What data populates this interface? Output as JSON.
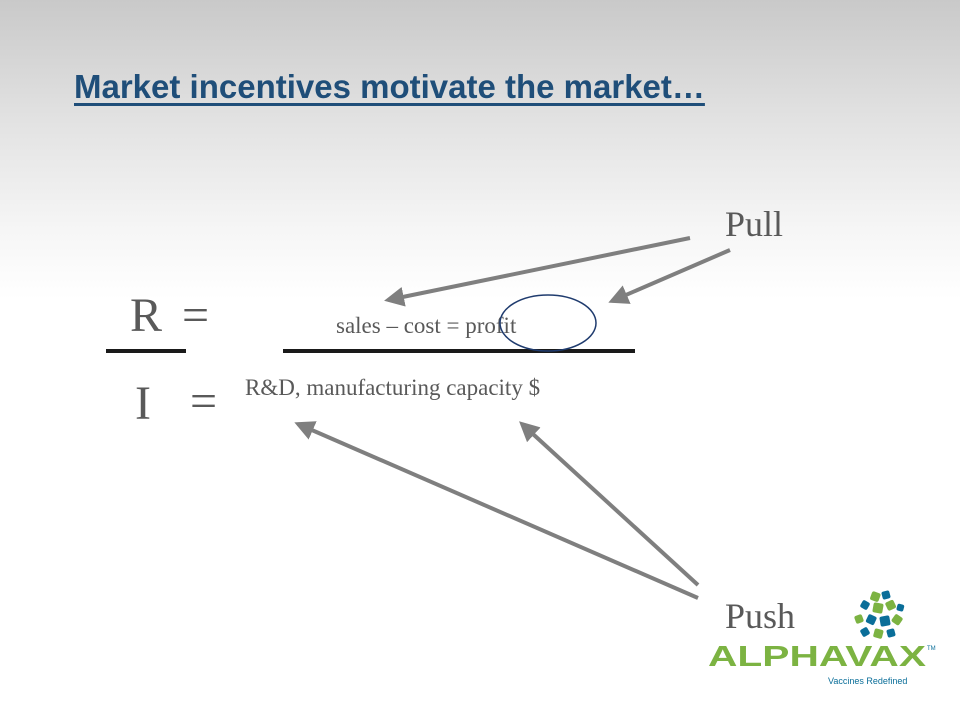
{
  "slide": {
    "title": "Market incentives motivate the market…",
    "labels": {
      "pull": "Pull",
      "push": "Push"
    },
    "ratio": {
      "numerator_symbol": "R",
      "denominator_symbol": "I",
      "equals": "="
    },
    "formula": {
      "numerator": "sales – cost = profit",
      "denominator": "R&D, manufacturing capacity $"
    },
    "logo": {
      "brand": "ALPHAVAX",
      "tagline": "Vaccines Redefined",
      "trademark": "TM"
    },
    "colors": {
      "title": "#1f4e79",
      "text": "#595959",
      "arrow": "#7f7f7f",
      "circle": "#1f3b6e",
      "logo_green": "#7cb342",
      "logo_blue": "#0a6e99"
    }
  }
}
